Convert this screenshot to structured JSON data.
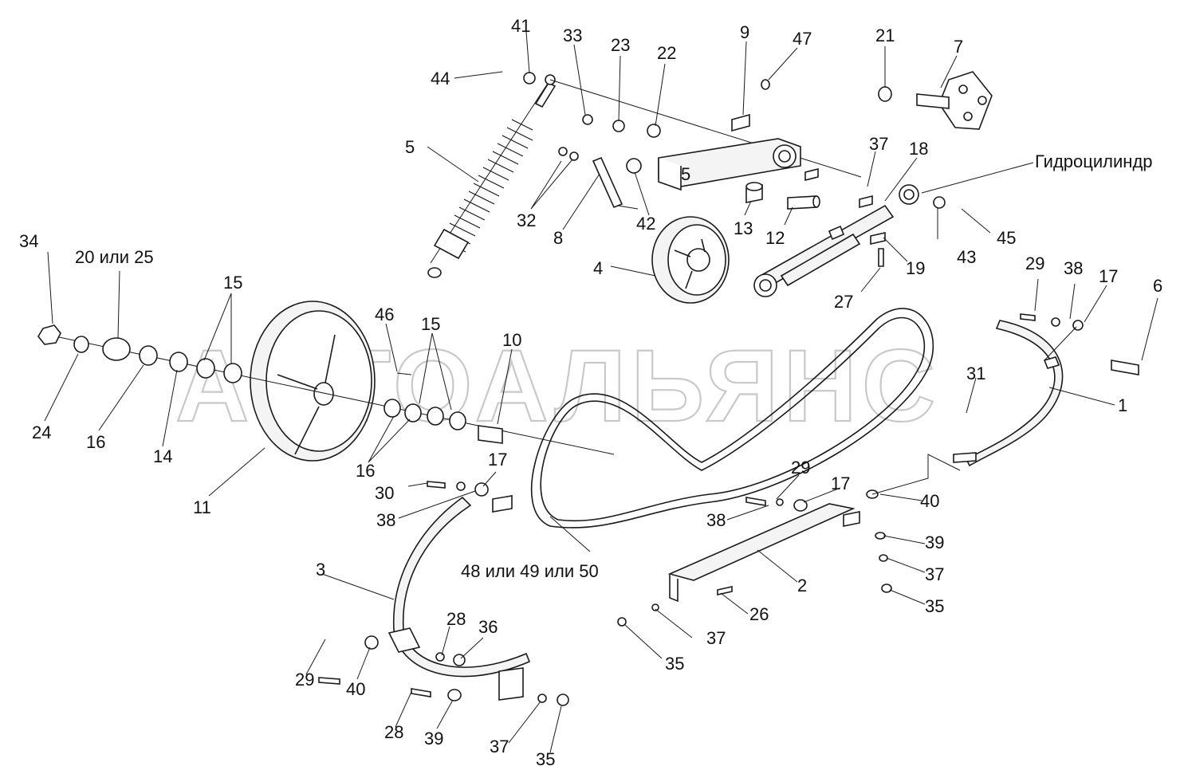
{
  "watermark": "АВТОАЛЬЯНС",
  "labels": {
    "p1": "1",
    "p2": "2",
    "p3": "3",
    "p4": "4",
    "p5a": "5",
    "p5b": "5",
    "p6": "6",
    "p7": "7",
    "p8": "8",
    "p9": "9",
    "p10": "10",
    "p11": "11",
    "p12": "12",
    "p13": "13",
    "p14": "14",
    "p15a": "15",
    "p15b": "15",
    "p16a": "16",
    "p16b": "16",
    "p17a": "17",
    "p17b": "17",
    "p17c": "17",
    "p18": "18",
    "p19": "19",
    "p20or25": "20 или 25",
    "p21": "21",
    "p22": "22",
    "p23": "23",
    "p24": "24",
    "p26": "26",
    "p27": "27",
    "p28a": "28",
    "p28b": "28",
    "p29a": "29",
    "p29b": "29",
    "p29c": "29",
    "p30": "30",
    "p31": "31",
    "p32": "32",
    "p33": "33",
    "p34": "34",
    "p35a": "35",
    "p35b": "35",
    "p35c": "35",
    "p36": "36",
    "p37a": "37",
    "p37b": "37",
    "p37c": "37",
    "p37d": "37",
    "p38a": "38",
    "p38b": "38",
    "p38c": "38",
    "p39a": "39",
    "p39b": "39",
    "p40a": "40",
    "p40b": "40",
    "p41": "41",
    "p42": "42",
    "p43": "43",
    "p44": "44",
    "p45": "45",
    "p46": "46",
    "p47": "47",
    "p48or49or50": "48 или 49 или 50",
    "hydro": "Гидроцилиндр"
  }
}
